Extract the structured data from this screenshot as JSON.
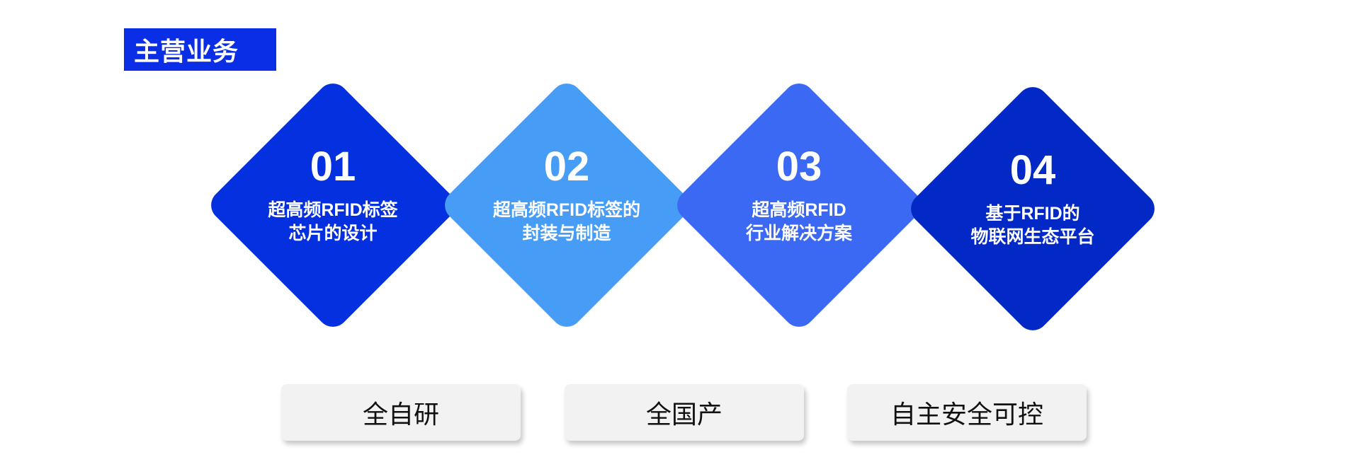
{
  "header": {
    "title": "主营业务",
    "accent": "#0a2ee6"
  },
  "business": [
    {
      "number": "01",
      "line1": "超高频RFID标签",
      "line2": "芯片的设计",
      "color": "#0530df"
    },
    {
      "number": "02",
      "line1": "超高频RFID标签的",
      "line2": "封装与制造",
      "color": "#479cf5"
    },
    {
      "number": "03",
      "line1": "超高频RFID",
      "line2": "行业解决方案",
      "color": "#3b69f3"
    },
    {
      "number": "04",
      "line1": "基于RFID的",
      "line2": "物联网生态平台",
      "color": "#0229c6"
    }
  ],
  "features": [
    {
      "label": "全自研"
    },
    {
      "label": "全国产"
    },
    {
      "label": "自主安全可控"
    }
  ]
}
